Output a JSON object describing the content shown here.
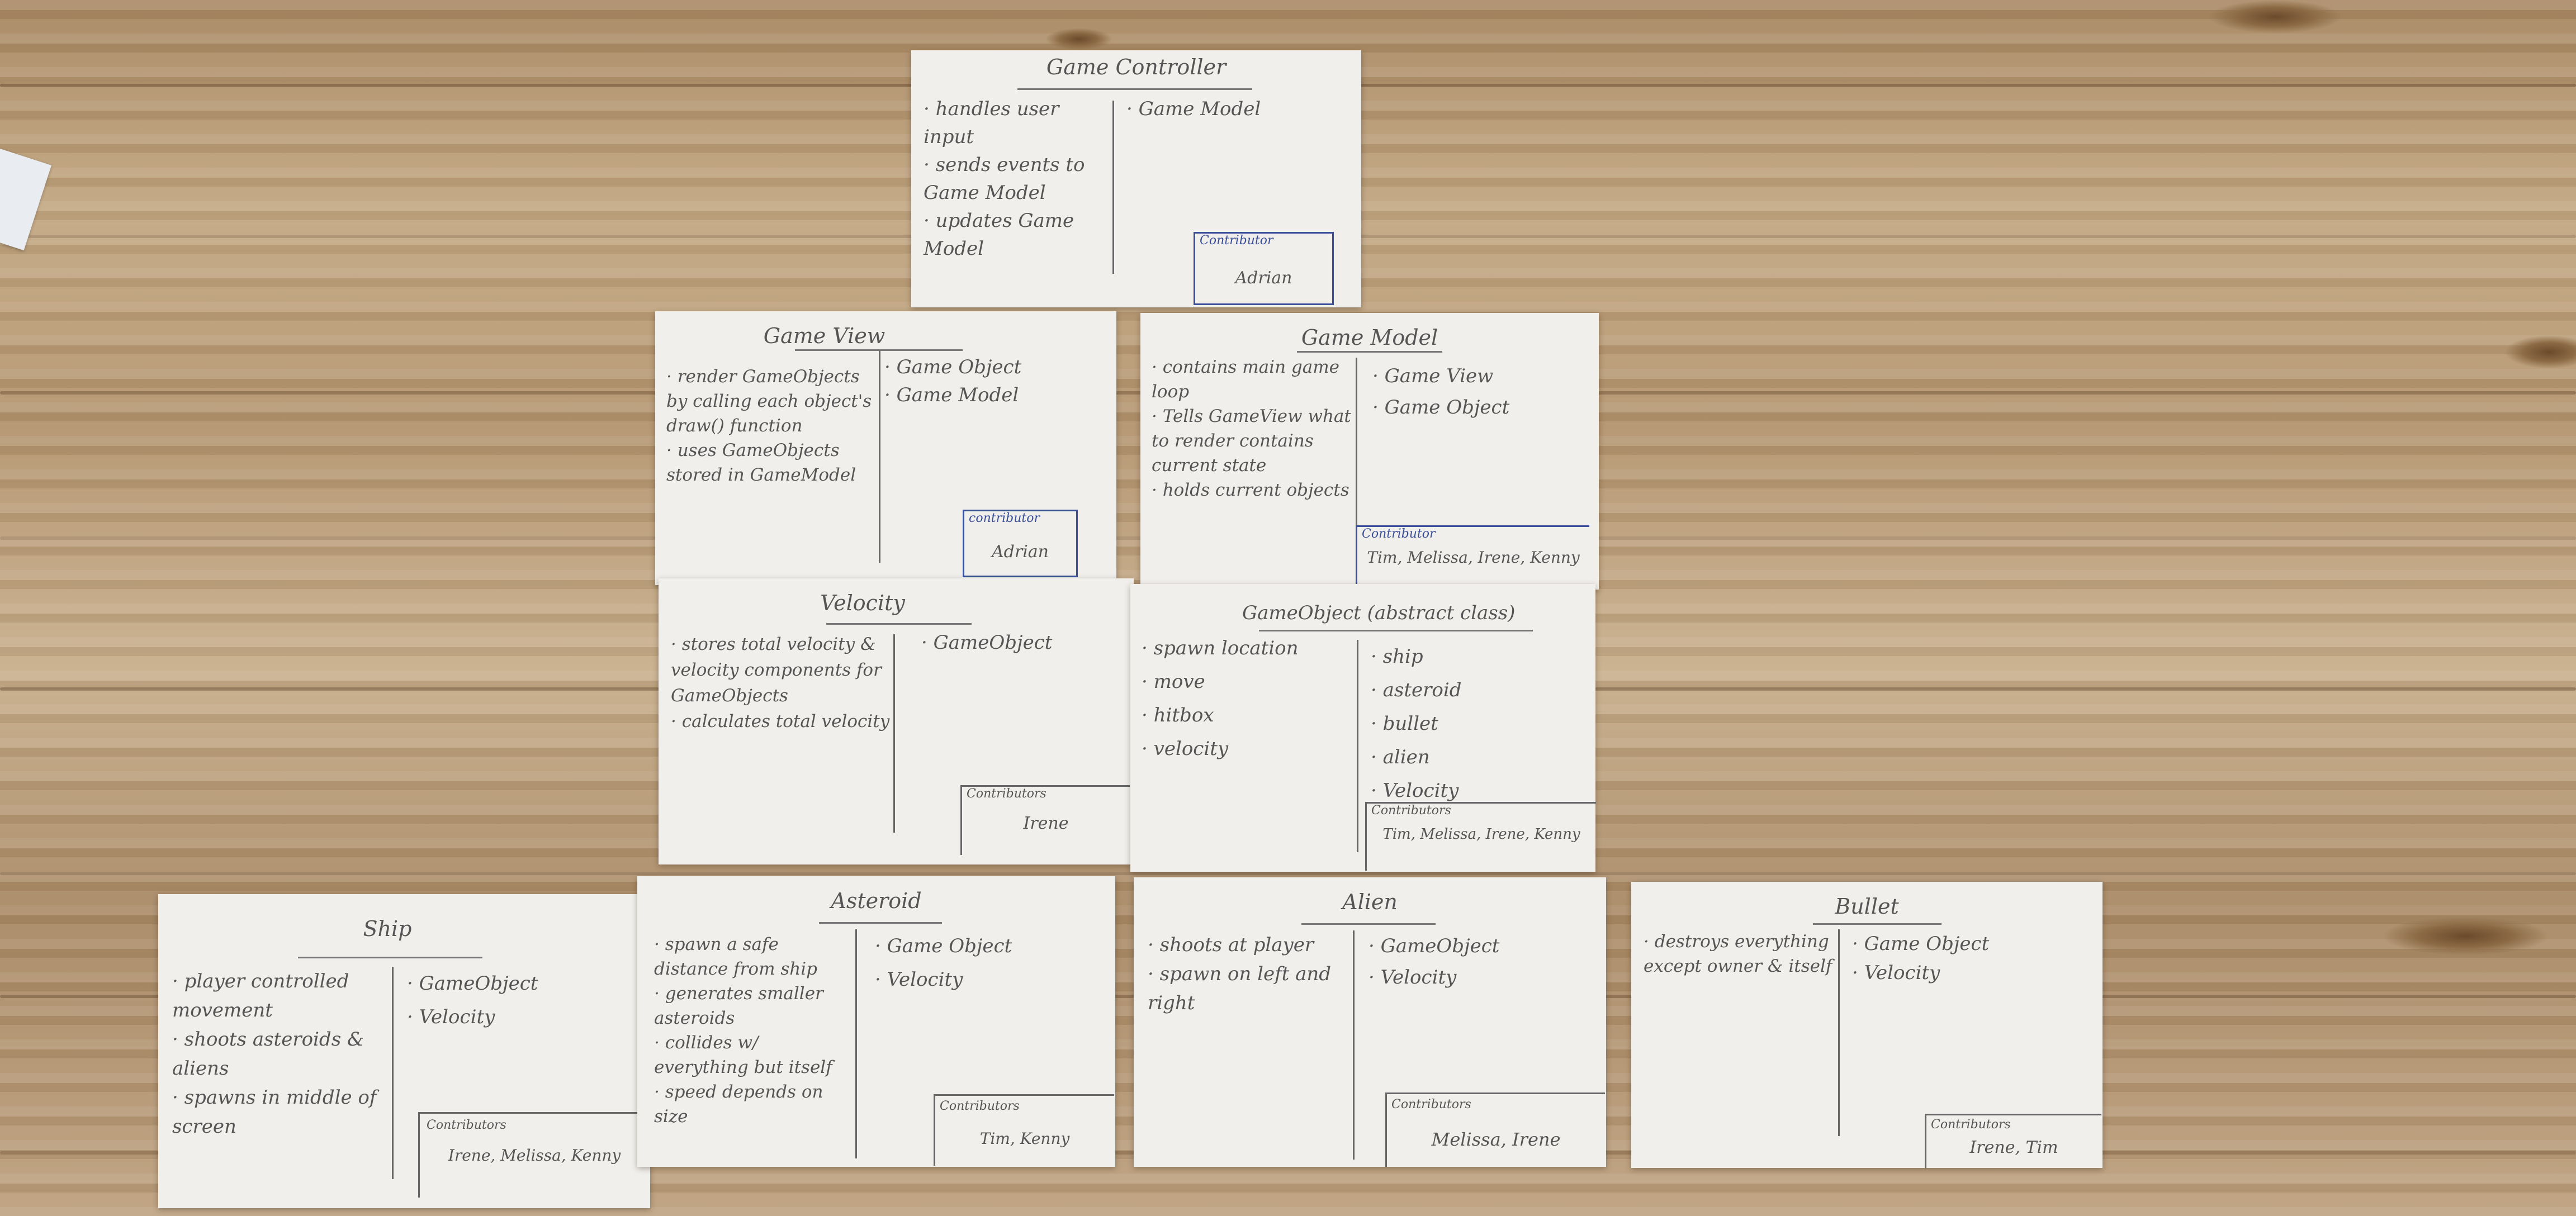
{
  "cards": {
    "game_controller": {
      "title": "Game Controller",
      "responsibilities": [
        "handles user input",
        "sends events to Game Model",
        "updates Game Model"
      ],
      "collaborators": [
        "Game Model"
      ],
      "contrib_label": "Contributor",
      "contributors": "Adrian"
    },
    "game_view": {
      "title": "Game View",
      "responsibilities": [
        "render GameObjects by calling each object's draw() function",
        "uses GameObjects stored in GameModel"
      ],
      "collaborators": [
        "Game Object",
        "Game Model"
      ],
      "contrib_label": "contributor",
      "contributors": "Adrian"
    },
    "game_model": {
      "title": "Game Model",
      "responsibilities": [
        "contains main game loop",
        "Tells GameView what to render contains current state",
        "holds current objects"
      ],
      "collaborators": [
        "Game View",
        "Game Object"
      ],
      "contrib_label": "Contributor",
      "contributors": "Tim, Melissa, Irene, Kenny"
    },
    "velocity": {
      "title": "Velocity",
      "responsibilities": [
        "stores total velocity & velocity components for GameObjects",
        "calculates total velocity"
      ],
      "collaborators": [
        "GameObject"
      ],
      "contrib_label": "Contributors",
      "contributors": "Irene"
    },
    "game_object": {
      "title": "GameObject (abstract class)",
      "responsibilities": [
        "spawn location",
        "move",
        "hitbox",
        "velocity"
      ],
      "collaborators": [
        "ship",
        "asteroid",
        "bullet",
        "alien",
        "Velocity"
      ],
      "contrib_label": "Contributors",
      "contributors": "Tim, Melissa, Irene, Kenny"
    },
    "ship": {
      "title": "Ship",
      "responsibilities": [
        "player controlled movement",
        "shoots asteroids & aliens",
        "spawns in middle of screen"
      ],
      "collaborators": [
        "GameObject",
        "Velocity"
      ],
      "contrib_label": "Contributors",
      "contributors": "Irene, Melissa, Kenny"
    },
    "asteroid": {
      "title": "Asteroid",
      "responsibilities": [
        "spawn a safe distance from ship",
        "generates smaller asteroids",
        "collides w/ everything but itself",
        "speed depends on size"
      ],
      "collaborators": [
        "Game Object",
        "Velocity"
      ],
      "contrib_label": "Contributors",
      "contributors": "Tim, Kenny"
    },
    "alien": {
      "title": "Alien",
      "responsibilities": [
        "shoots at player",
        "spawn on left and right"
      ],
      "collaborators": [
        "GameObject",
        "Velocity"
      ],
      "contrib_label": "Contributors",
      "contributors": "Melissa, Irene"
    },
    "bullet": {
      "title": "Bullet",
      "responsibilities": [
        "destroys everything except owner & itself"
      ],
      "collaborators": [
        "Game Object",
        "Velocity"
      ],
      "contrib_label": "Contributors",
      "contributors": "Irene, Tim"
    }
  },
  "colors": {
    "card": "#f1efec",
    "ink": "#555555",
    "blue_ink": "#3a4f9a",
    "wood": "#b79a72"
  }
}
